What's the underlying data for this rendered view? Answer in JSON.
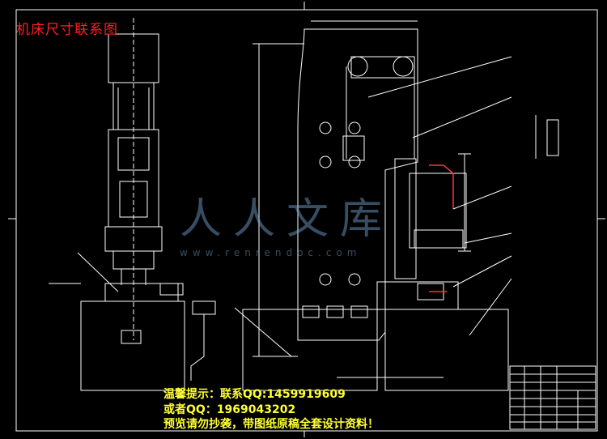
{
  "title": "机床尺寸联系图",
  "watermark": {
    "text": "人人文库",
    "url": "www.renrendoc.com"
  },
  "notice": {
    "line1": "温馨提示：联系QQ:1459919609",
    "line2": "或者QQ：1969043202",
    "line3": "预览请勿抄袭，带图纸原稿全套设计资料！"
  },
  "colors": {
    "background": "#000000",
    "line": "#ffffff",
    "title": "#ff2020",
    "notice": "#ffff33",
    "accent_red": "#ff3030",
    "watermark": "#78aadc"
  }
}
